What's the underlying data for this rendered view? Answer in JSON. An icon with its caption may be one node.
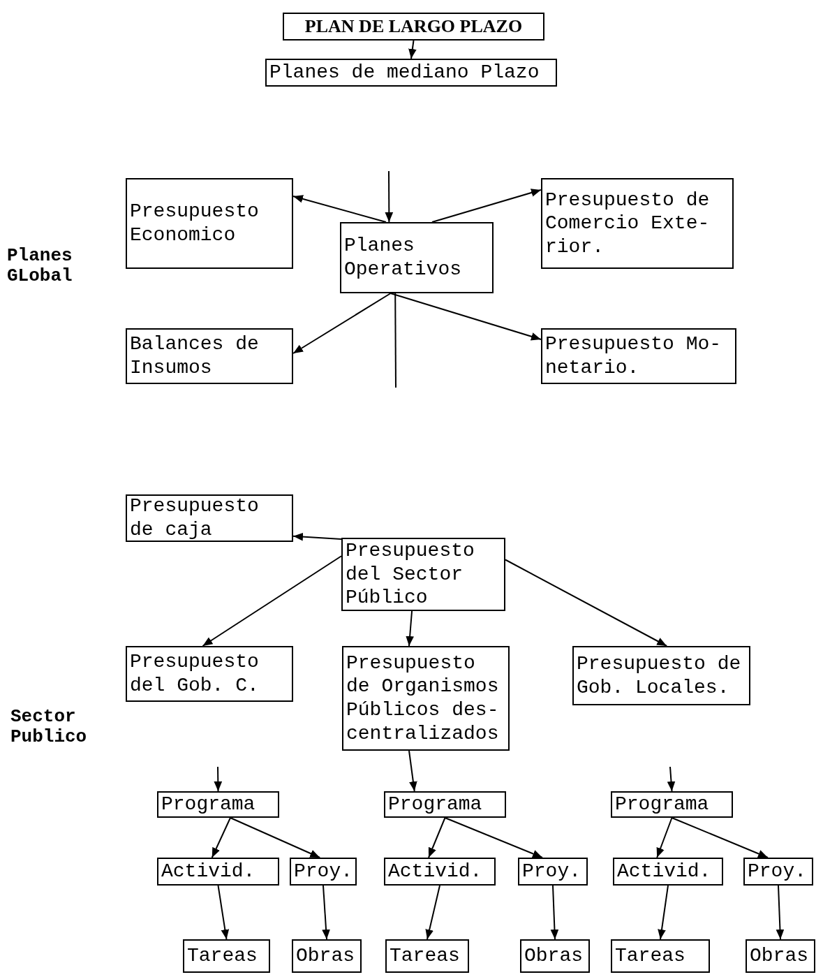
{
  "diagram": {
    "nodes": [
      {
        "text": [
          "PLAN DE LARGO PLAZO"
        ]
      },
      {
        "text": [
          "Planes de mediano Plazo"
        ]
      },
      {
        "text": [
          "Presupuesto Economico"
        ]
      },
      {
        "text": [
          "Planes Operativos"
        ]
      },
      {
        "text": [
          "Presupuesto de Comercio Exte- rior."
        ]
      },
      {
        "text": [
          "Balances de Insumos"
        ]
      },
      {
        "text": [
          "Presupuesto Mo- netario."
        ]
      },
      {
        "text": [
          "Presupuesto de caja"
        ]
      },
      {
        "text": [
          "Presupuesto del Sector Público"
        ]
      },
      {
        "text": [
          "Presupuesto del Gob. C."
        ]
      },
      {
        "text": [
          "Presupuesto de Organismos Públicos des- centralizados"
        ]
      },
      {
        "text": [
          "Presupuesto de Gob. Locales."
        ]
      },
      {
        "text": [
          "Programa"
        ]
      },
      {
        "text": [
          "Programa"
        ]
      },
      {
        "text": [
          "Programa"
        ]
      },
      {
        "text": [
          "Activid."
        ]
      },
      {
        "text": [
          "Proy."
        ]
      },
      {
        "text": [
          "Activid."
        ]
      },
      {
        "text": [
          "Proy."
        ]
      },
      {
        "text": [
          "Activid."
        ]
      },
      {
        "text": [
          "Proy."
        ]
      },
      {
        "text": [
          "Tareas"
        ]
      },
      {
        "text": [
          "Obras"
        ]
      },
      {
        "text": [
          "Tareas"
        ]
      },
      {
        "text": [
          "Obras"
        ]
      },
      {
        "text": [
          "Tareas"
        ]
      },
      {
        "text": [
          "Obras"
        ]
      }
    ],
    "edges": [
      {
        "from": 0,
        "to": 1,
        "arrow": "to"
      },
      {
        "from": null,
        "to": 3,
        "arrow": "to"
      },
      {
        "from": 3,
        "to": 2,
        "arrow": "to"
      },
      {
        "from": 3,
        "to": 4,
        "arrow": "to"
      },
      {
        "from": 3,
        "to": 5,
        "arrow": "to"
      },
      {
        "from": 3,
        "to": 6,
        "arrow": "to"
      },
      {
        "from": 3,
        "to": null,
        "arrow": "none"
      },
      {
        "from": 8,
        "to": 7,
        "arrow": "to"
      },
      {
        "from": 8,
        "to": 9,
        "arrow": "to"
      },
      {
        "from": 8,
        "to": 10,
        "arrow": "to"
      },
      {
        "from": 8,
        "to": 11,
        "arrow": "to"
      },
      {
        "from": null,
        "to": 12,
        "arrow": "to"
      },
      {
        "from": 10,
        "to": 13,
        "arrow": "to"
      },
      {
        "from": null,
        "to": 14,
        "arrow": "to"
      },
      {
        "from": 12,
        "to": 15,
        "arrow": "to"
      },
      {
        "from": 12,
        "to": 16,
        "arrow": "to"
      },
      {
        "from": 13,
        "to": 17,
        "arrow": "to"
      },
      {
        "from": 13,
        "to": 18,
        "arrow": "to"
      },
      {
        "from": 14,
        "to": 19,
        "arrow": "to"
      },
      {
        "from": 14,
        "to": 20,
        "arrow": "to"
      },
      {
        "from": 15,
        "to": 21,
        "arrow": "to"
      },
      {
        "from": 16,
        "to": 22,
        "arrow": "to"
      },
      {
        "from": 17,
        "to": 23,
        "arrow": "to"
      },
      {
        "from": 18,
        "to": 24,
        "arrow": "to"
      },
      {
        "from": 19,
        "to": 25,
        "arrow": "to"
      },
      {
        "from": 20,
        "to": 26,
        "arrow": "to"
      }
    ],
    "labels": [
      "Planes GLobal",
      "Sector Publico"
    ]
  }
}
